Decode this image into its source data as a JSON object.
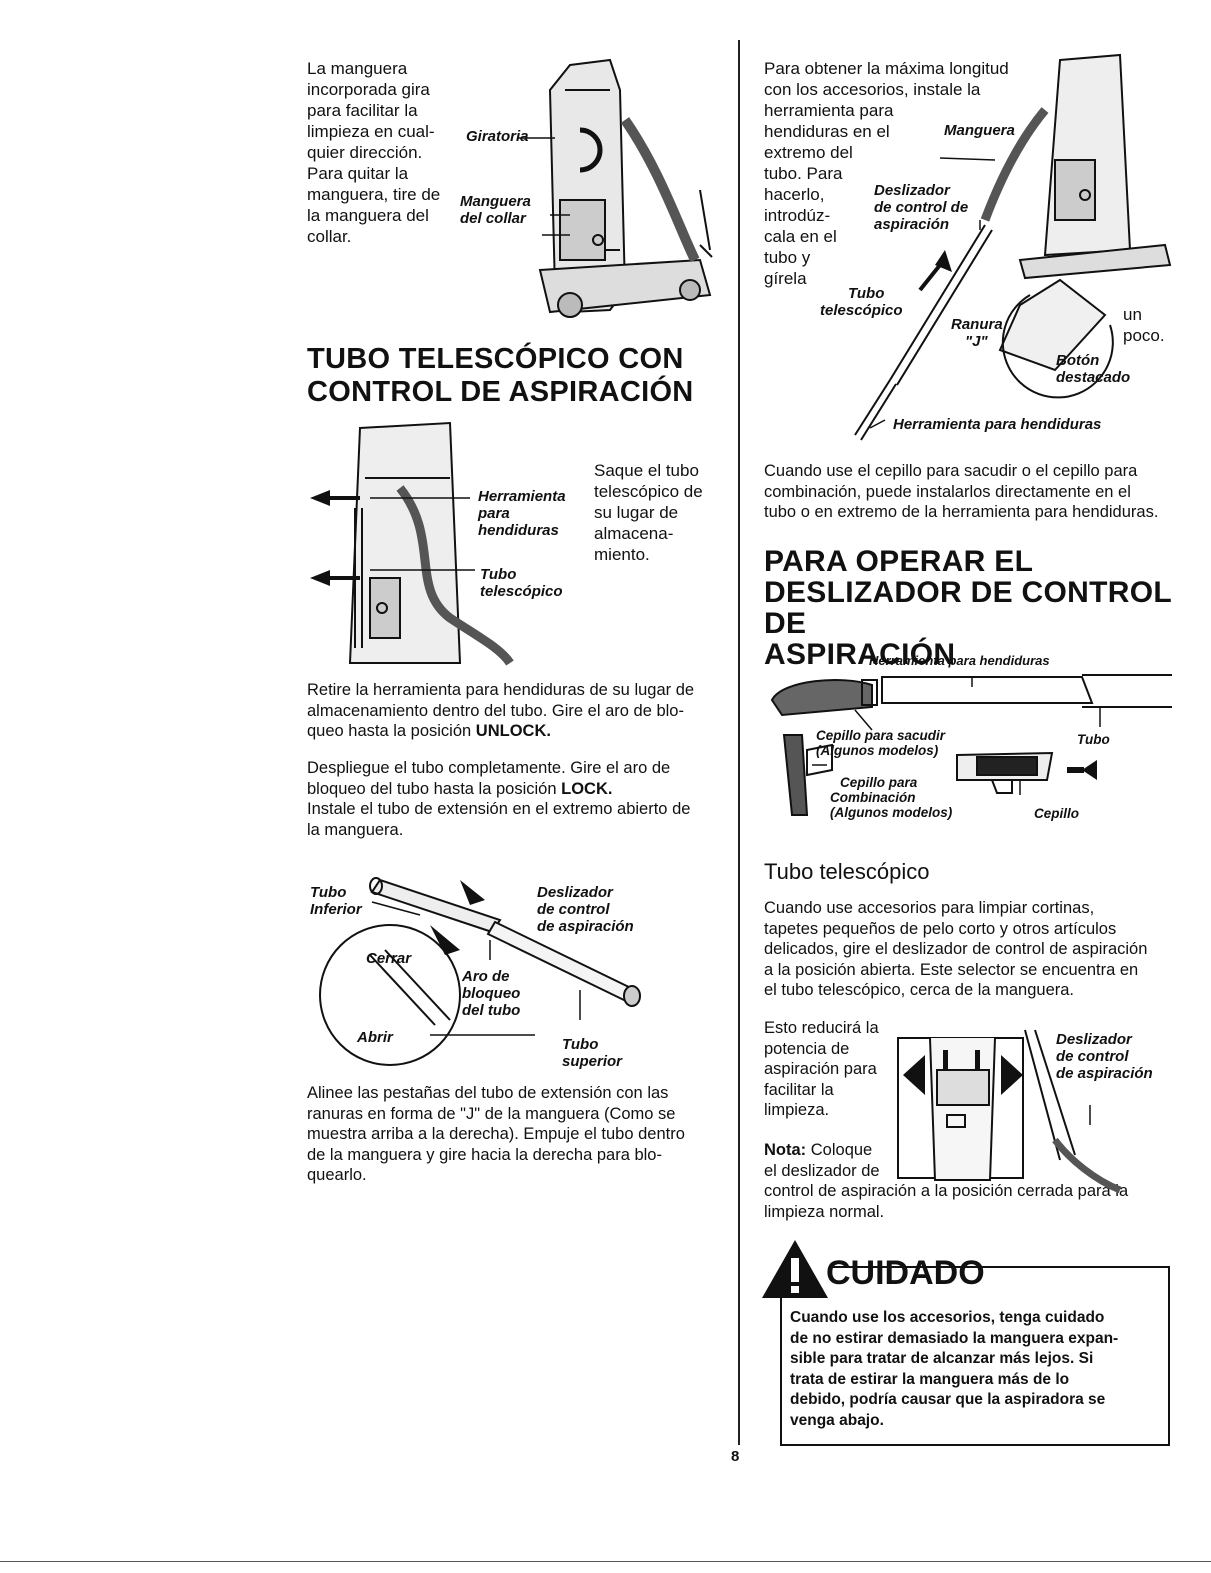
{
  "left": {
    "swivel_text": [
      "La manguera",
      "incorporada gira",
      "para facilitar la",
      "limpieza en cual-",
      "quier dirección.",
      "Para quitar la",
      "manguera, tire de",
      "la manguera del",
      "collar."
    ],
    "swivel_labels": {
      "giratoria": "Giratoria",
      "manguera_collar_1": "Manguera",
      "manguera_collar_2": "del collar"
    },
    "heading_line1": "TUBO TELESCÓPICO CON",
    "heading_line2": "CONTROL DE ASPIRACIÓN",
    "storage_text": [
      "Saque el tubo",
      "telescópico de",
      "su lugar de",
      "almacena-",
      "miento."
    ],
    "storage_labels": {
      "herr1": "Herramienta",
      "herr2": "para",
      "herr3": "hendiduras",
      "tubo1": "Tubo",
      "tubo2": "telescópico"
    },
    "p1": [
      "Retire la herramienta para hendiduras de su lugar de",
      "almacenamiento dentro del tubo. Gire el aro de blo-"
    ],
    "p1_last_pre": "queo hasta la posición ",
    "p1_bold": "UNLOCK.",
    "p2": [
      "Despliegue el tubo completamente. Gire el aro de"
    ],
    "p2_last_pre": "bloqueo del tubo hasta la posición ",
    "p2_bold": "LOCK.",
    "p3": [
      "Instale el tubo de extensión en el extremo abierto de",
      "la manguera."
    ],
    "tube_labels": {
      "tubo_inf1": "Tubo",
      "tubo_inf2": "Inferior",
      "desl1": "Deslizador",
      "desl2": "de control",
      "desl3": "de aspiración",
      "cerrar": "Cerrar",
      "abrir": "Abrir",
      "aro1": "Aro de",
      "aro2": "bloqueo",
      "aro3": "del tubo",
      "tubo_sup1": "Tubo",
      "tubo_sup2": "superior"
    },
    "p4": [
      "Alinee las pestañas del tubo de extensión con las",
      "ranuras en forma de \"J\" de la manguera (Como se",
      "muestra arriba a la derecha). Empuje el tubo dentro",
      "de la manguera y gire hacia la derecha para blo-",
      "quearlo."
    ]
  },
  "right": {
    "install_text": [
      "Para obtener la máxima longitud",
      "con los accesorios, instale la",
      "herramienta para",
      "hendiduras en el",
      "extremo del",
      "tubo. Para",
      "hacerlo,",
      "introdúz-",
      "cala en el",
      "tubo y",
      "gírela"
    ],
    "un_poco": [
      "un",
      "poco."
    ],
    "install_labels": {
      "manguera": "Manguera",
      "desl1": "Deslizador",
      "desl2": "de control de",
      "desl3": "aspiración",
      "tubo1": "Tubo",
      "tubo2": "telescópico",
      "ranura1": "Ranura",
      "ranura2": "\"J\"",
      "boton1": "Botón",
      "boton2": "destacado",
      "herr": "Herramienta para hendiduras"
    },
    "brush_text": [
      "Cuando use el cepillo para sacudir o el cepillo para",
      "combinación, puede instalarlos directamente en el",
      "tubo o en extremo de la herramienta para hendiduras."
    ],
    "heading_line1": "PARA OPERAR EL",
    "heading_line2": "DESLIZADOR DE CONTROL DE",
    "heading_line3": "ASPIRACIÓN",
    "acc_labels": {
      "herr": "Herramienta para hendiduras",
      "cep_sac1": "Cepillo para sacudir",
      "cep_sac2": "(Algunos modelos)",
      "tubo": "Tubo",
      "cep_comb1": "Cepillo para",
      "cep_comb2": "Combinación",
      "cep_comb3": "(Algunos modelos)",
      "cepillo": "Cepillo"
    },
    "subheading": "Tubo telescópico",
    "tube_text": [
      "Cuando use accesorios para limpiar cortinas,",
      "tapetes pequeños de pelo corto y otros artículos",
      "delicados, gire el deslizador de control de aspiración",
      "a la posición abierta.  Este selector se encuentra en",
      "el tubo telescópico, cerca de la manguera."
    ],
    "reduce_text": [
      "Esto reducirá la",
      "potencia de",
      "aspiración para",
      "facilitar la",
      "limpieza."
    ],
    "nota_label": "Nota:",
    "nota_rest": " Coloque",
    "nota_lines": [
      "el deslizador de"
    ],
    "nota_full": [
      "control de aspiración a la posición cerrada para la",
      "limpieza normal."
    ],
    "slider_labels": {
      "d1": "Deslizador",
      "d2": "de control",
      "d3": "de aspiración"
    },
    "warning_title": "CUIDADO",
    "warning_lines": [
      "Cuando use los accesorios, tenga cuidado",
      "de no estirar demasiado la manguera expan-",
      "sible para tratar de alcanzar más lejos. Si",
      "trata de estirar la manguera más de lo",
      "debido, podría causar que la aspiradora se",
      "venga abajo."
    ]
  },
  "page_number": "8"
}
